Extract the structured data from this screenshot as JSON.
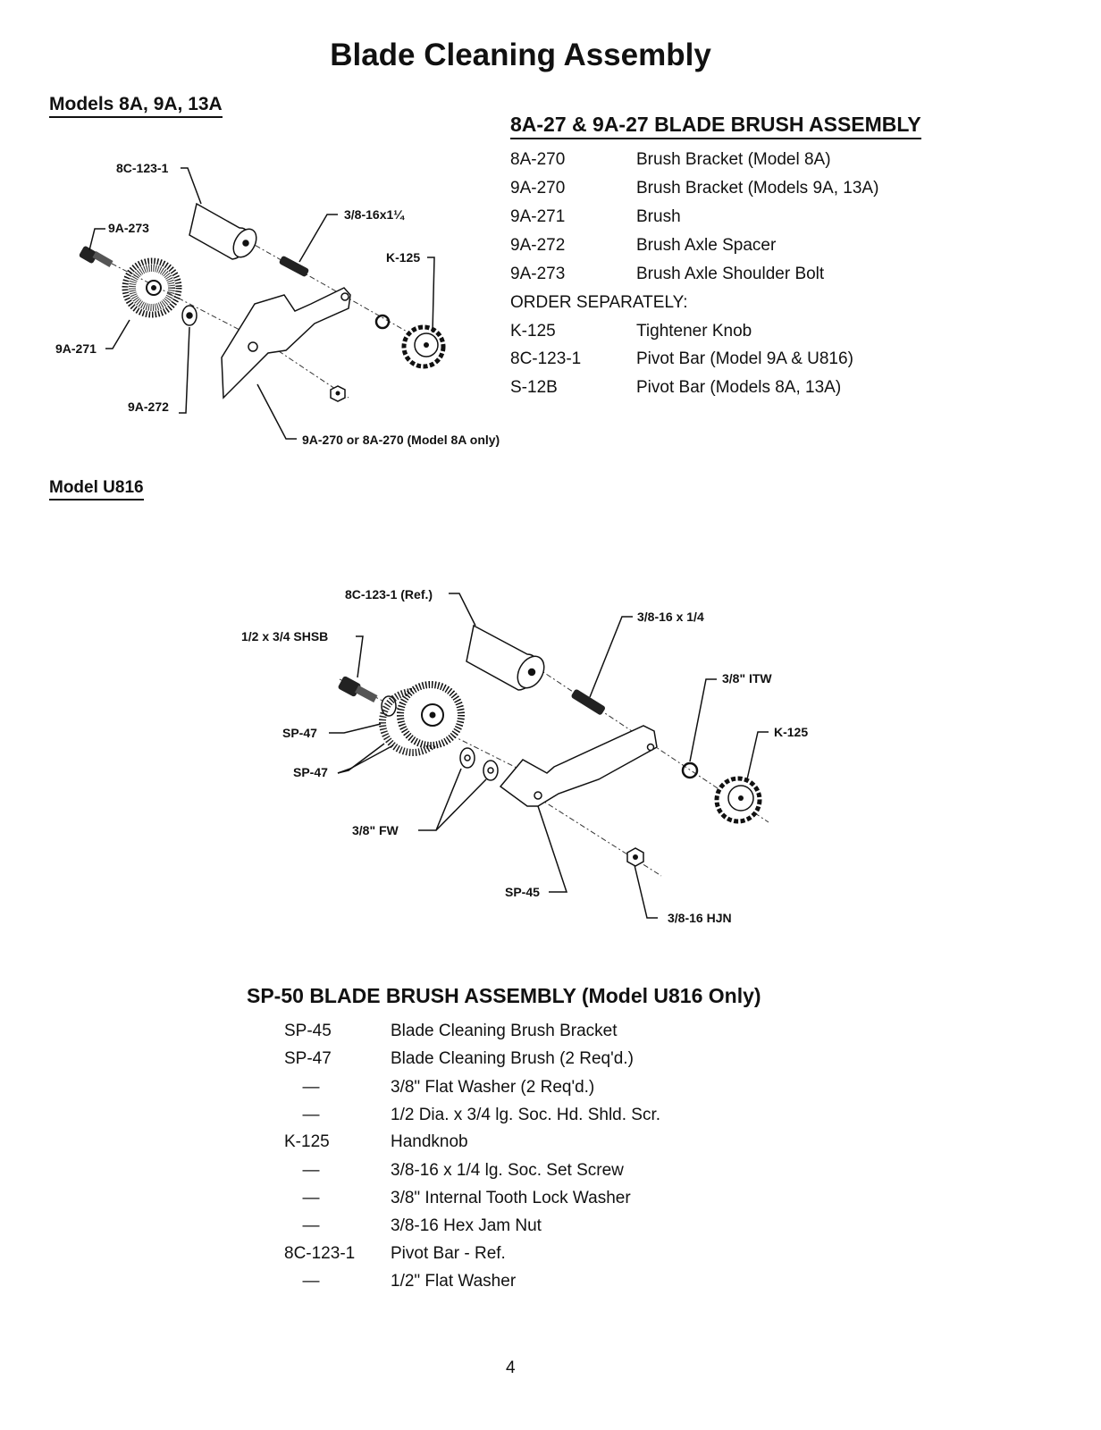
{
  "page_title": "Blade Cleaning Assembly",
  "section1_heading": "Models 8A, 9A, 13A",
  "section2_heading": "Model U816",
  "parts1": {
    "title": "8A-27 & 9A-27 BLADE BRUSH ASSEMBLY",
    "rows": [
      {
        "code": "8A-270",
        "desc": "Brush Bracket (Model 8A)"
      },
      {
        "code": "9A-270",
        "desc": "Brush Bracket (Models 9A, 13A)"
      },
      {
        "code": "9A-271",
        "desc": "Brush"
      },
      {
        "code": "9A-272",
        "desc": "Brush Axle Spacer"
      },
      {
        "code": "9A-273",
        "desc": "Brush Axle Shoulder Bolt"
      },
      {
        "code": "ORDER SEPARATELY:",
        "desc": ""
      },
      {
        "code": "K-125",
        "desc": "Tightener Knob"
      },
      {
        "code": "8C-123-1",
        "desc": "Pivot Bar (Model 9A & U816)"
      },
      {
        "code": "S-12B",
        "desc": "Pivot Bar (Models 8A, 13A)"
      }
    ]
  },
  "diagram1_labels": {
    "pivot_bar": "8C-123-1",
    "bolt": "9A-273",
    "screw": "3/8-16x1¼",
    "knob": "K-125",
    "brush": "9A-271",
    "spacer": "9A-272",
    "bracket": "9A-270 or 8A-270 (Model 8A only)"
  },
  "diagram2_labels": {
    "pivot_bar": "8C-123-1 (Ref.)",
    "set_screw": "3/8-16 x 1/4",
    "shsb": "1/2 x 3/4 SHSB",
    "itw": "3/8\" ITW",
    "knob": "K-125",
    "brush_a": "SP-47",
    "brush_b": "SP-47",
    "fw": "3/8\" FW",
    "bracket": "SP-45",
    "hjn": "3/8-16 HJN"
  },
  "parts2": {
    "title": "SP-50 BLADE BRUSH ASSEMBLY (Model U816 Only)",
    "rows": [
      {
        "code": "SP-45",
        "desc": "Blade Cleaning Brush Bracket"
      },
      {
        "code": "SP-47",
        "desc": "Blade Cleaning Brush (2 Req'd.)"
      },
      {
        "code": "—",
        "desc": "3/8\" Flat Washer (2 Req'd.)"
      },
      {
        "code": "—",
        "desc": "1/2 Dia. x 3/4 lg. Soc. Hd. Shld. Scr."
      },
      {
        "code": "K-125",
        "desc": "Handknob"
      },
      {
        "code": "—",
        "desc": "3/8-16 x 1/4 lg. Soc. Set Screw"
      },
      {
        "code": "—",
        "desc": "3/8\" Internal Tooth Lock Washer"
      },
      {
        "code": "—",
        "desc": "3/8-16 Hex Jam Nut"
      },
      {
        "code": "8C-123-1",
        "desc": "Pivot Bar - Ref."
      },
      {
        "code": "—",
        "desc": "1/2\" Flat Washer"
      }
    ]
  },
  "page_number": "4"
}
